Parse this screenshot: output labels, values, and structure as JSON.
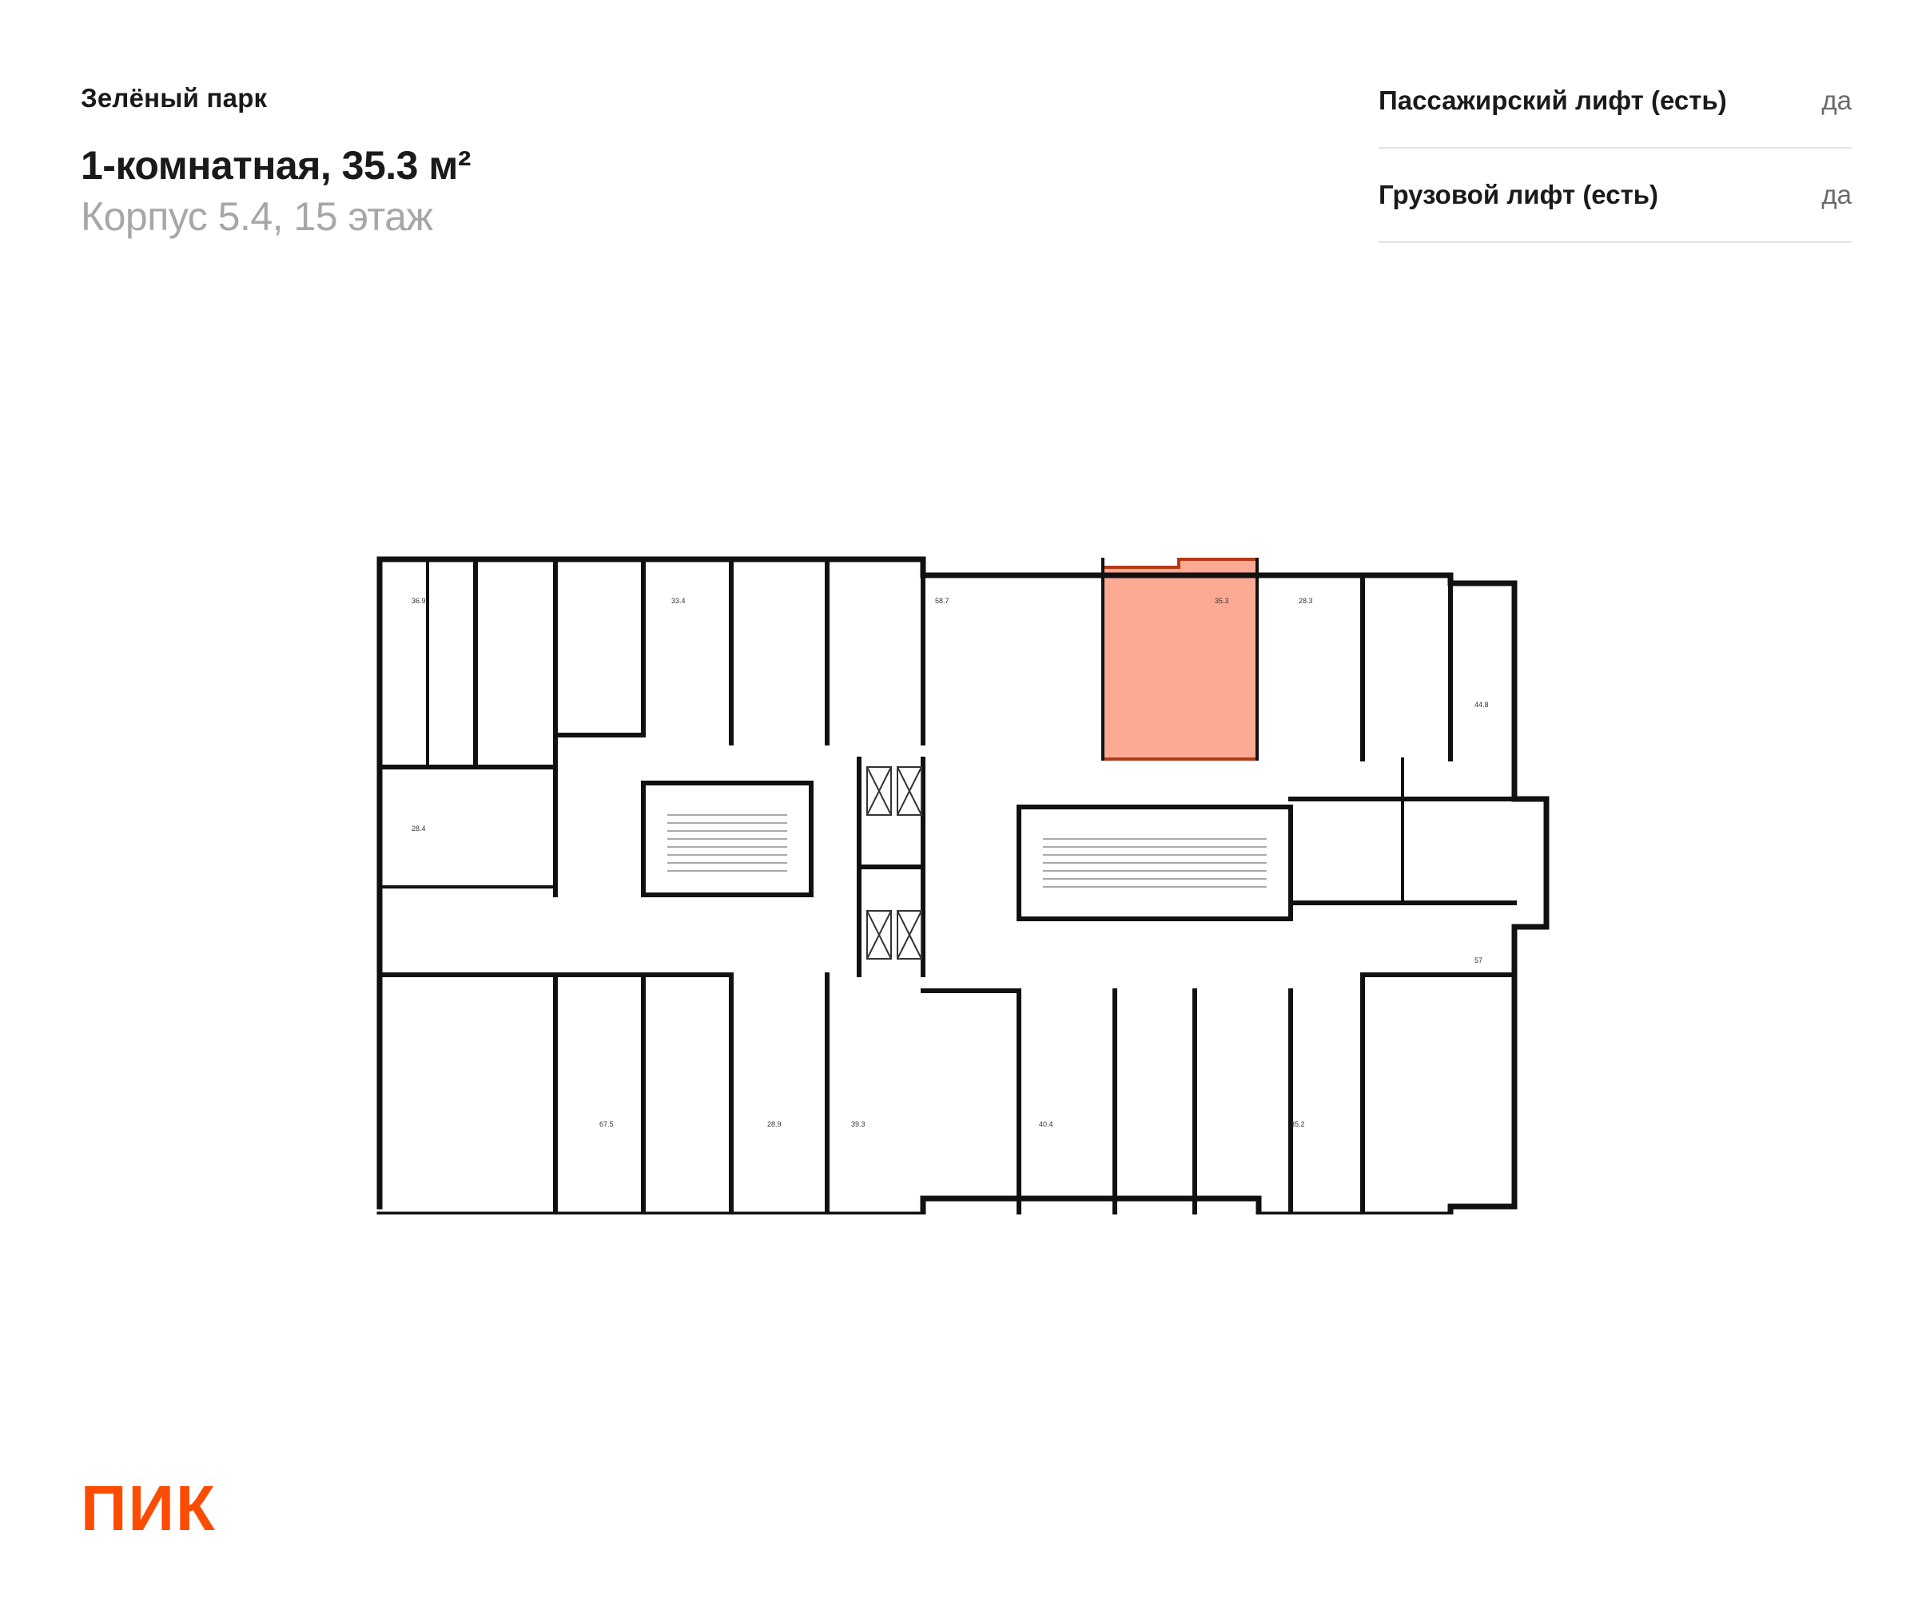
{
  "header": {
    "project_name": "Зелёный парк",
    "apartment_title": "1-комнатная, 35.3 м²",
    "building_floor": "Корпус 5.4, 15 этаж"
  },
  "features": [
    {
      "label": "Пассажирский лифт (есть)",
      "value": "да"
    },
    {
      "label": "Грузовой лифт (есть)",
      "value": "да"
    }
  ],
  "floor_plan": {
    "highlight_color": "#fc4c02",
    "selected_unit_area": "35.3",
    "unit_areas": {
      "u369": "36.9",
      "u334": "33.4",
      "u587": "58.7",
      "u353": "35.3",
      "u283": "28.3",
      "u448": "44.8",
      "u284": "28.4",
      "u57": "57",
      "u675": "67.5",
      "u289": "28.9",
      "u393": "39.3",
      "u404": "40.4",
      "u352": "35.2"
    }
  },
  "brand": {
    "logo_text": "ПИК",
    "color": "#fc4c02"
  }
}
